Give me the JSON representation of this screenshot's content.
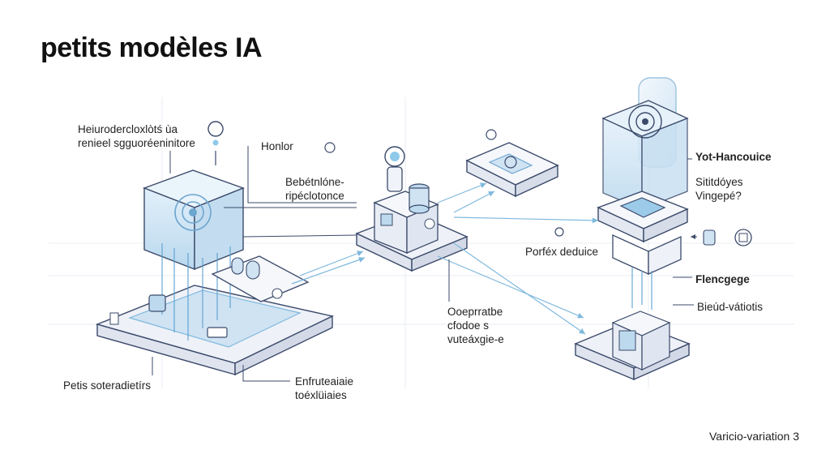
{
  "title": "petits modèles IA",
  "labels": {
    "top_left": [
      "Heiurodercloxlòtś ùa",
      "renieel sgguoréeninitore"
    ],
    "honlor": "Honlor",
    "mid_left": [
      "Bebétnlóne-",
      "ripéclotonce"
    ],
    "bottom_left": "Petis soteradietírs",
    "bottom_mid": [
      "Enfruteaiaie",
      "toéxlüiaies"
    ],
    "center_bottom": [
      "Ooeprratbe",
      "cfodoe s",
      "vuteáxgie-e"
    ],
    "center_right": "Porféx deduice",
    "right_top_title": "Yot-Hancouice",
    "right_top_sub": [
      "Sititdóyes",
      "Vingepé?"
    ],
    "right_mid": "Flencgege",
    "right_bottom": "Bieúd-vátiotis"
  },
  "footer": "Varicio-variation 3",
  "colors": {
    "accent_blue": "#8ec9ea",
    "light_blue": "#d8ebf7",
    "outline": "#3b4a6b",
    "platform": "#eef1f7"
  }
}
